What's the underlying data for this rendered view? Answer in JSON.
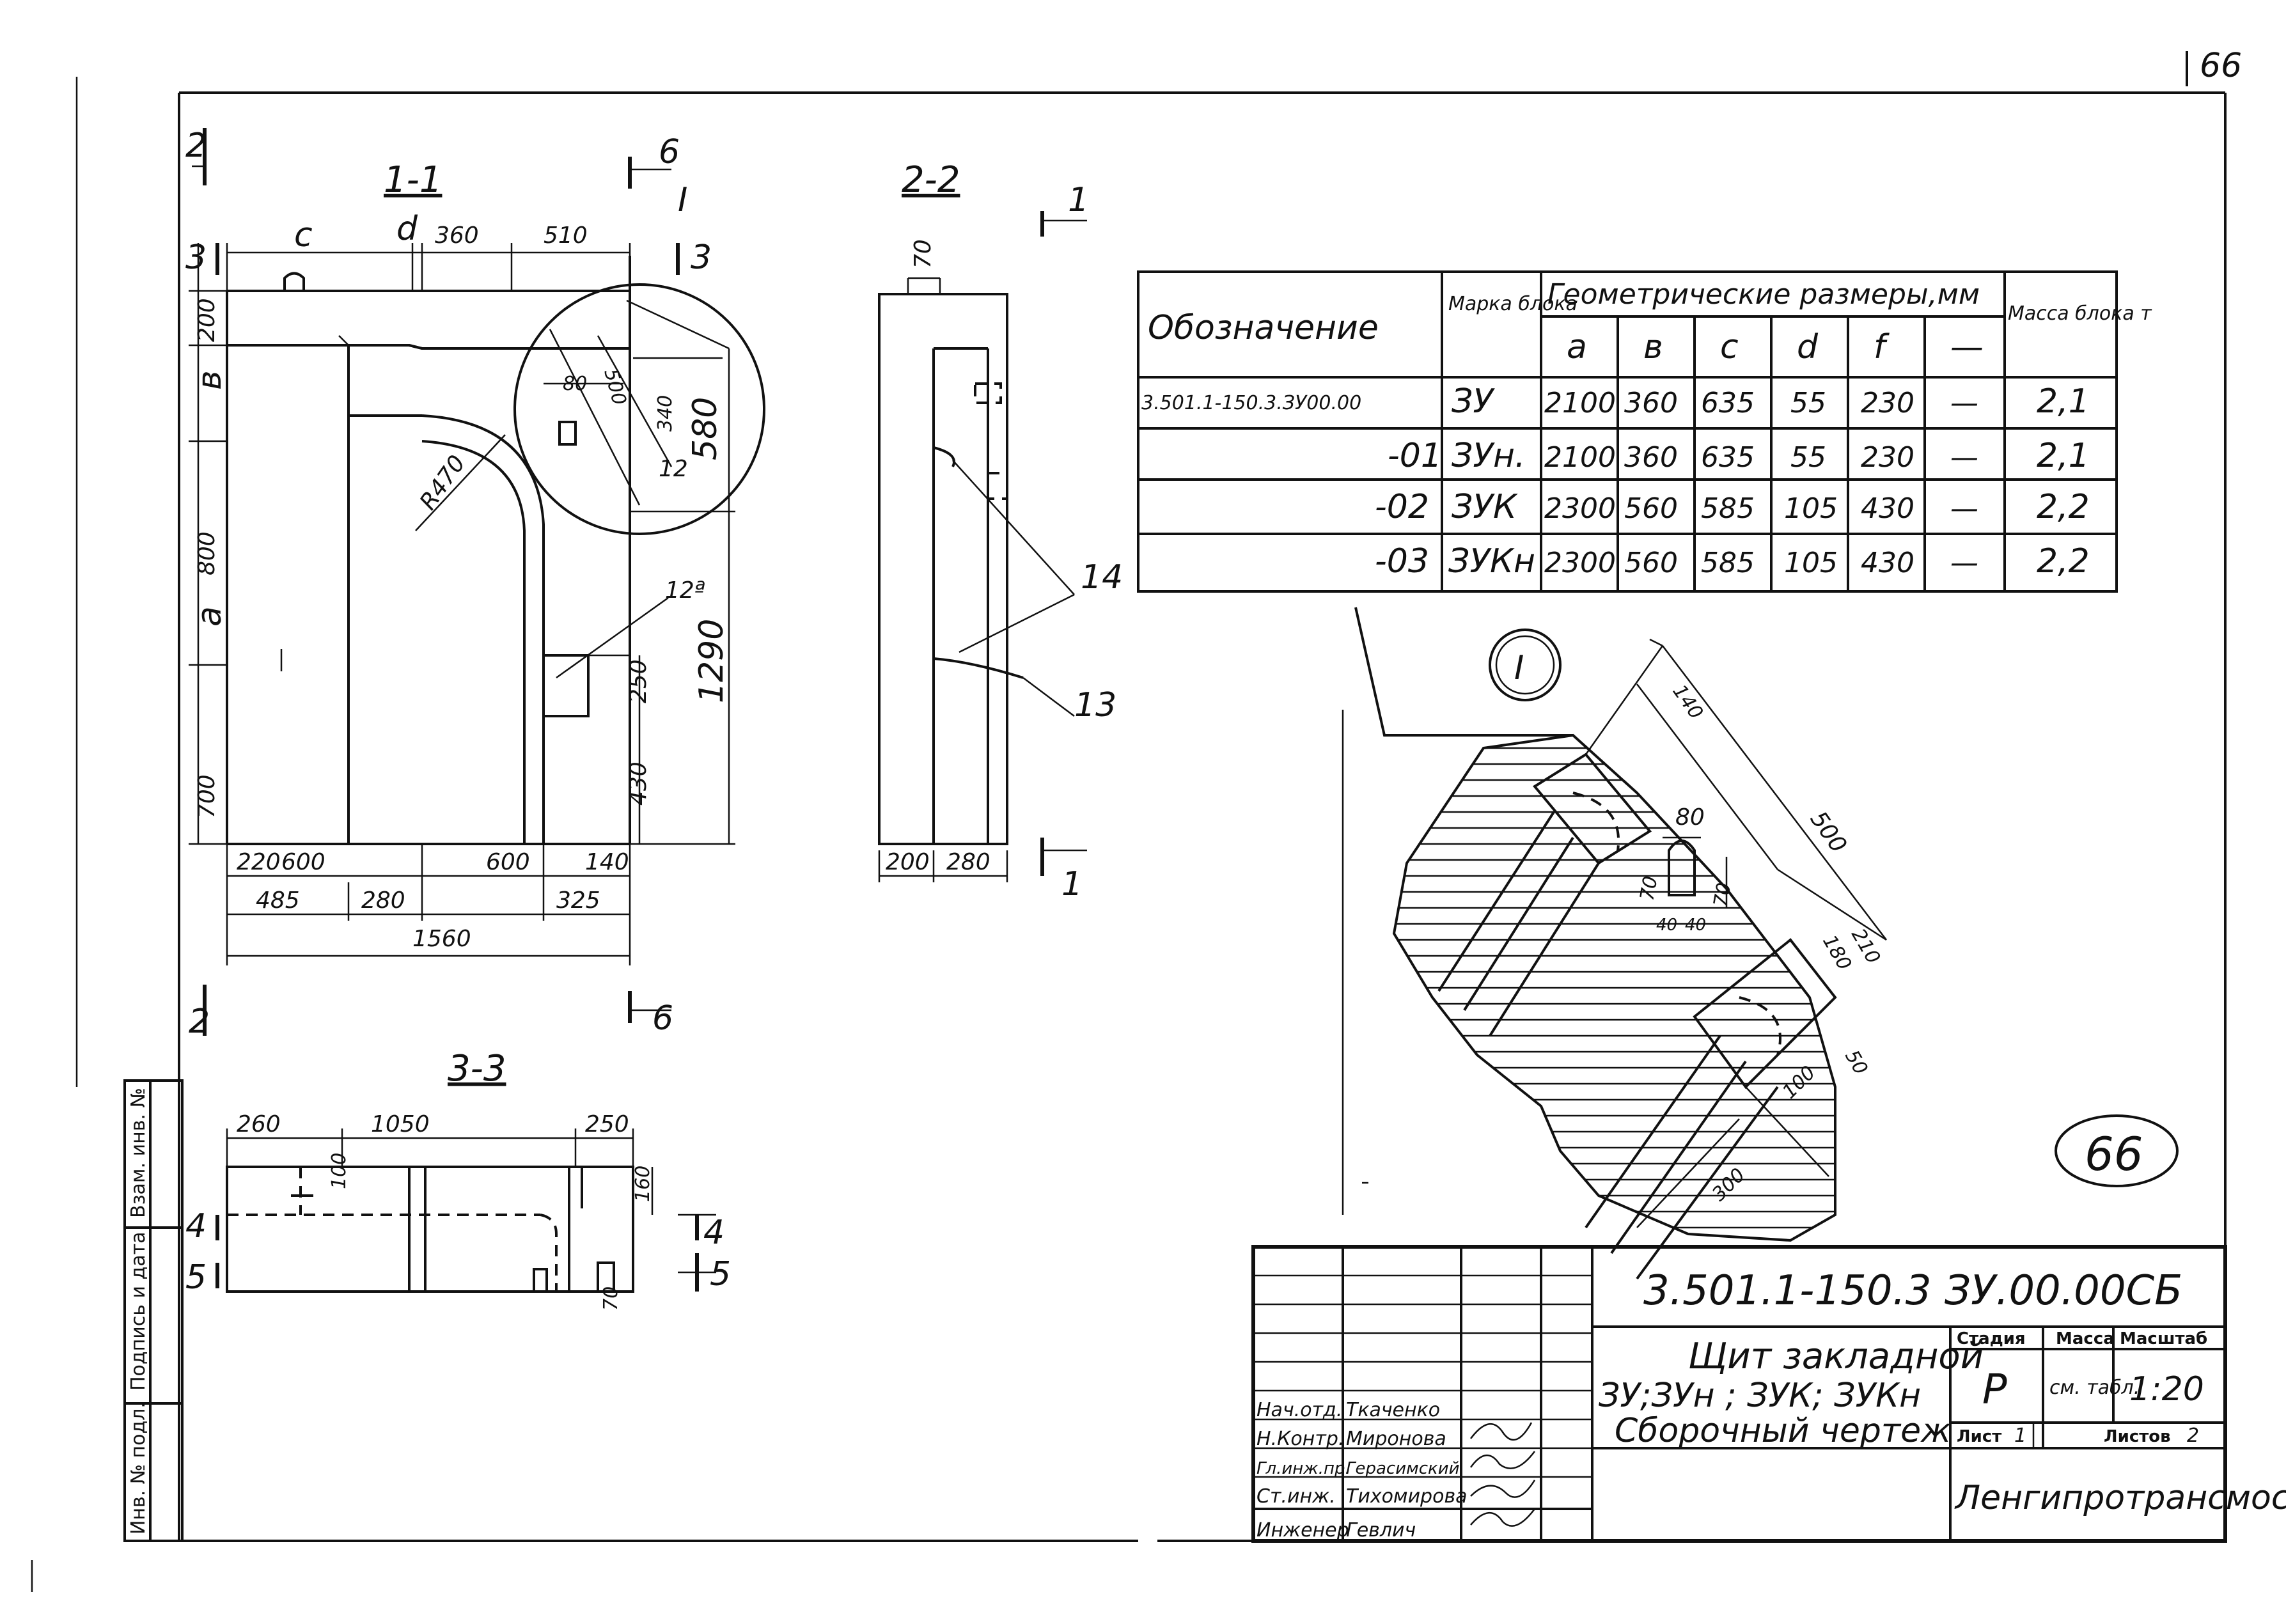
{
  "sheet_number": "66",
  "handwritten_number": "66",
  "sections": {
    "s11": "1-1",
    "s22": "2-2",
    "s33": "3-3",
    "detail": "I"
  },
  "section_markers": [
    "2",
    "2",
    "6",
    "6",
    "3",
    "3",
    "1",
    "1",
    "4",
    "4",
    "5",
    "5"
  ],
  "view11_dims": {
    "c": "c",
    "d": "d",
    "d360": "360",
    "d510": "510",
    "d200": "200",
    "b": "в",
    "a": "a",
    "d800": "800",
    "d700": "700",
    "r470": "R470",
    "d80": "80",
    "d500": "500",
    "d340": "340",
    "d580": "580",
    "d12": "12",
    "d12a": "12ª",
    "d250": "250",
    "d430": "430",
    "d1290": "1290",
    "d220": "220",
    "d600a": "600",
    "d600b": "600",
    "d140": "140",
    "d485": "485",
    "d280": "280",
    "d325": "325",
    "d1560": "1560"
  },
  "view22_dims": {
    "d70": "70",
    "d200": "200",
    "d280": "280",
    "p14": "14",
    "p13": "13"
  },
  "view33_dims": {
    "d260": "260",
    "d1050": "1050",
    "d250": "250",
    "d100": "100",
    "d160": "160",
    "d70": "70"
  },
  "detail_dims": {
    "d140": "140",
    "d500": "500",
    "d80": "80",
    "d70a": "70",
    "d70b": "70",
    "d40a": "40",
    "d40b": "40",
    "d210": "210",
    "d180": "180",
    "d50": "50",
    "d100": "100",
    "d300": "300"
  },
  "spec_table": {
    "headers": {
      "designation": "Обозначение",
      "mark": "Марка блока",
      "geometry": "Геометрические размеры,мм",
      "mass": "Масса блока т",
      "cols": [
        "a",
        "в",
        "c",
        "d",
        "f",
        "—"
      ]
    },
    "rows": [
      {
        "designation": "3.501.1-150.3.ЗУ00.00",
        "mark": "ЗУ",
        "a": "2100",
        "b": "360",
        "c": "635",
        "d": "55",
        "f": "230",
        "dash": "—",
        "mass": "2,1"
      },
      {
        "designation": "-01",
        "mark": "ЗУн.",
        "a": "2100",
        "b": "360",
        "c": "635",
        "d": "55",
        "f": "230",
        "dash": "—",
        "mass": "2,1"
      },
      {
        "designation": "-02",
        "mark": "ЗУК",
        "a": "2300",
        "b": "560",
        "c": "585",
        "d": "105",
        "f": "430",
        "dash": "—",
        "mass": "2,2"
      },
      {
        "designation": "-03",
        "mark": "ЗУКн",
        "a": "2300",
        "b": "560",
        "c": "585",
        "d": "105",
        "f": "430",
        "dash": "—",
        "mass": "2,2"
      }
    ]
  },
  "side_stamp": {
    "inv_orig": "Инв. № подл.",
    "sign_date": "Подпись и дата",
    "inv_dup": "Взам. инв. №"
  },
  "title_block": {
    "code": "3.501.1-150.3  ЗУ.00.00СБ",
    "title_line1": "Щит закладной",
    "title_line2": "ЗУ;ЗУн ; ЗУК; ЗУКн",
    "title_line3": "Сборочный чертеж",
    "stage_label": "Стадия",
    "mass_label": "Масса",
    "scale_label": "Масштаб",
    "stage": "Р",
    "mass": "см. табл.",
    "scale": "1:20",
    "sheet_label": "Лист",
    "sheet": "1",
    "sheets_label": "Листов",
    "sheets": "2",
    "org": "Ленгипротрансмост",
    "people": [
      {
        "role": "Нач.отд.",
        "name": "Ткаченко"
      },
      {
        "role": "Н.Контр.",
        "name": "Миронова"
      },
      {
        "role": "Гл.инж.пр.",
        "name": "Герасимский"
      },
      {
        "role": "Ст.инж.",
        "name": "Тихомирова"
      },
      {
        "role": "Инженер",
        "name": "Гевлич"
      }
    ]
  }
}
